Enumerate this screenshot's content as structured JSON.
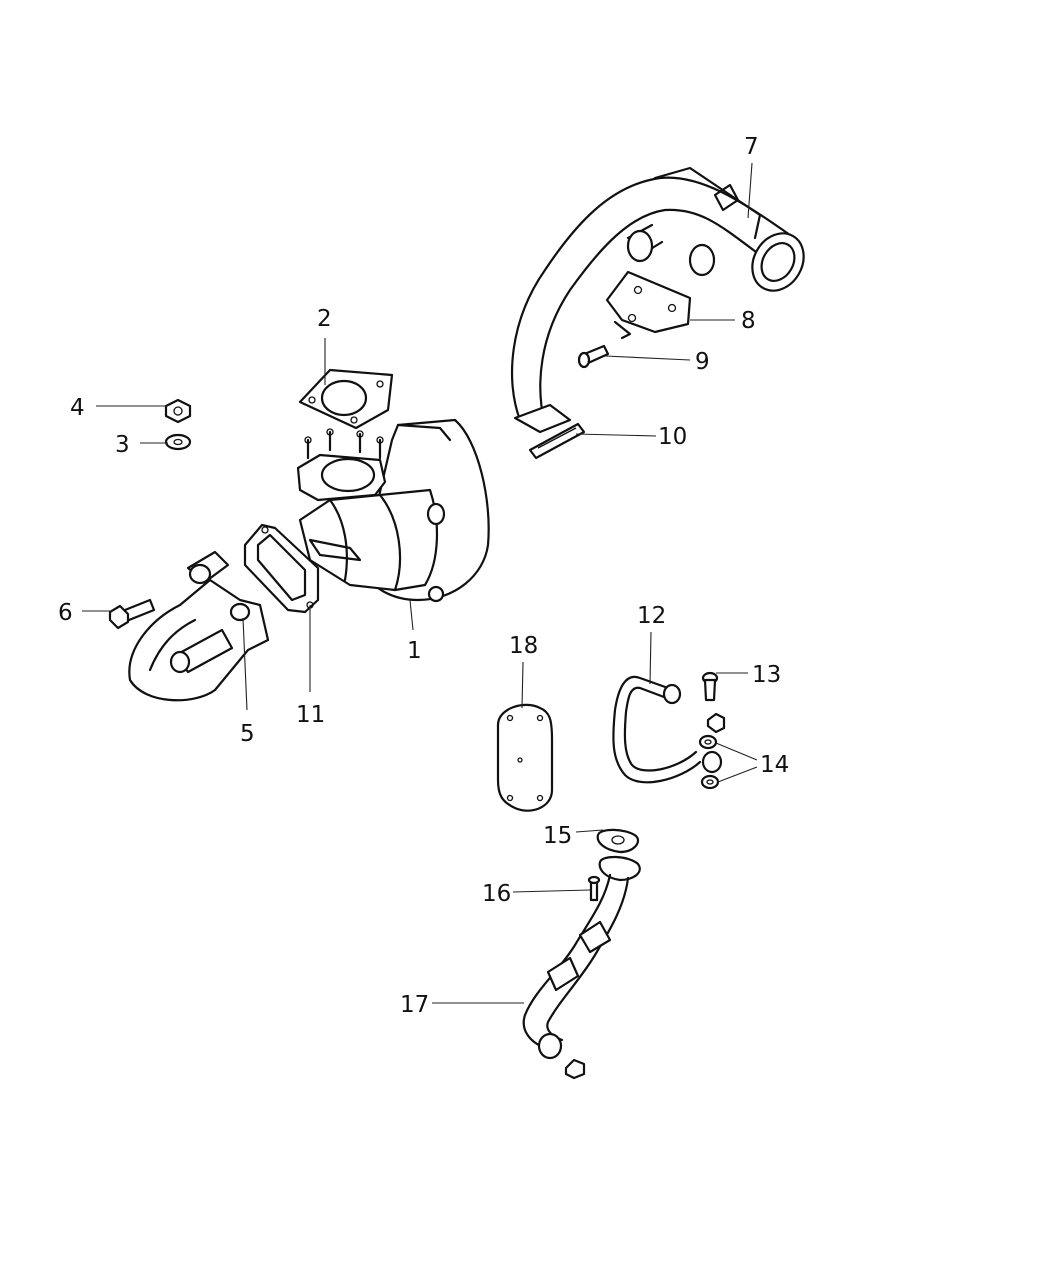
{
  "diagram": {
    "callouts": {
      "c1": "1",
      "c2": "2",
      "c3": "3",
      "c4": "4",
      "c5": "5",
      "c6": "6",
      "c7": "7",
      "c8": "8",
      "c9": "9",
      "c10": "10",
      "c11": "11",
      "c12": "12",
      "c13": "13",
      "c14": "14",
      "c15": "15",
      "c16": "16",
      "c17": "17",
      "c18": "18"
    },
    "colors": {
      "line": "#111111",
      "background": "#ffffff"
    }
  }
}
